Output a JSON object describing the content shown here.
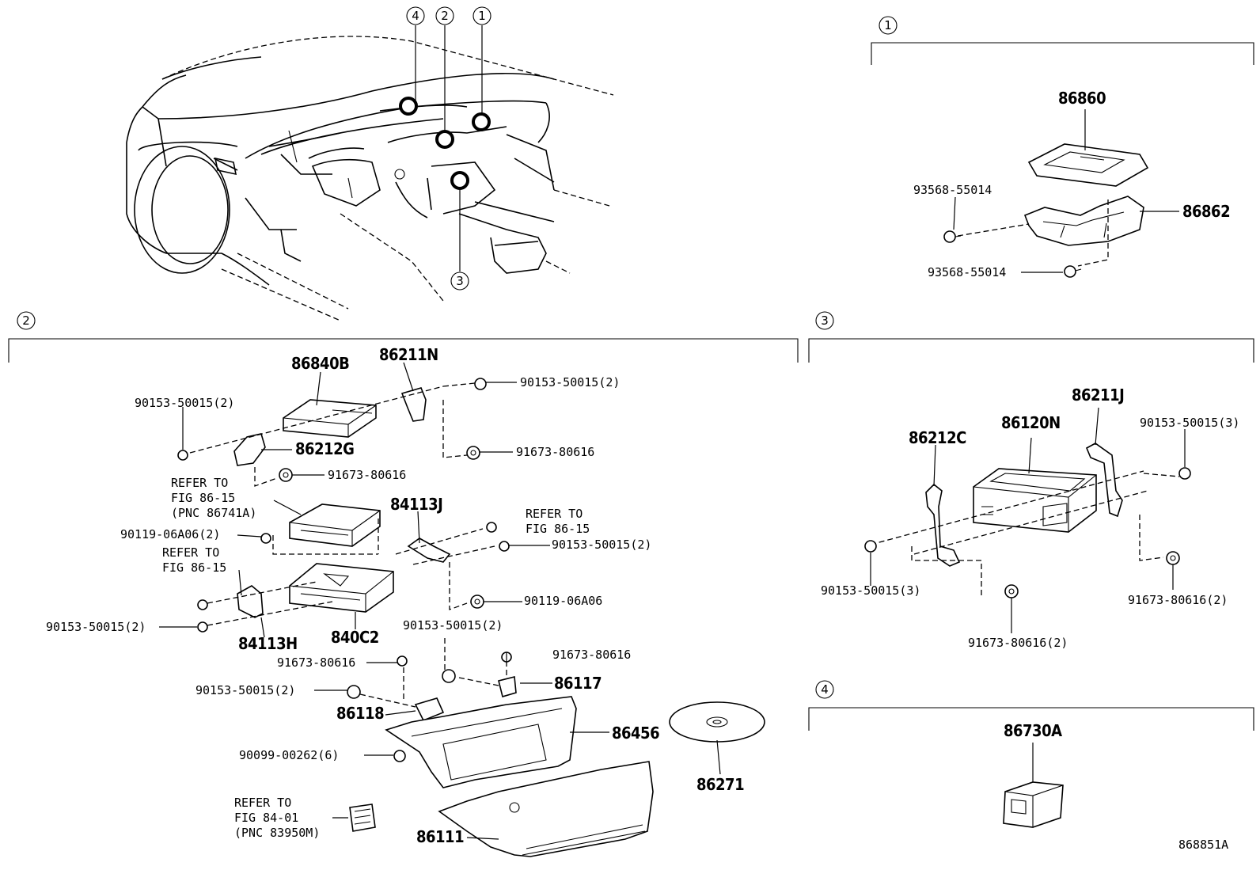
{
  "sections": {
    "s1": "1",
    "s2": "2",
    "s3": "3",
    "s4": "4"
  },
  "overview_callouts": [
    "4",
    "2",
    "1",
    "3"
  ],
  "parts": {
    "p86860": "86860",
    "p86862": "86862",
    "s1_bolt_a": "93568-55014",
    "s1_bolt_b": "93568-55014",
    "p86840B": "86840B",
    "p86211N": "86211N",
    "p86212G": "86212G",
    "s2_90153_a": "90153-50015(2)",
    "s2_90153_b": "90153-50015(2)",
    "s2_91673_a": "91673-80616",
    "s2_91673_b": "91673-80616",
    "refer_86741A_l1": "REFER TO",
    "refer_86741A_l2": "FIG 86-15",
    "refer_86741A_l3": "(PNC 86741A)",
    "s2_90119_a": "90119-06A06(2)",
    "p84113J": "84113J",
    "refer_8615_r_l1": "REFER TO",
    "refer_8615_r_l2": "FIG 86-15",
    "s2_90153_c": "90153-50015(2)",
    "refer_8615_l_l1": "REFER TO",
    "refer_8615_l_l2": "FIG 86-15",
    "s2_90119_b": "90119-06A06",
    "s2_90153_d": "90153-50015(2)",
    "p84113H": "84113H",
    "p840C2": "840C2",
    "s2_90153_e": "90153-50015(2)",
    "s2_91673_c": "91673-80616",
    "s2_91673_d": "91673-80616",
    "p86117": "86117",
    "s2_90153_f": "90153-50015(2)",
    "p86118": "86118",
    "p86456": "86456",
    "s2_90099": "90099-00262(6)",
    "p86271": "86271",
    "refer_83950M_l1": "REFER TO",
    "refer_83950M_l2": "FIG 84-01",
    "refer_83950M_l3": "(PNC 83950M)",
    "p86111": "86111",
    "p86211J": "86211J",
    "p86212C": "86212C",
    "p86120N": "86120N",
    "s3_90153_a": "90153-50015(3)",
    "s3_90153_b": "90153-50015(3)",
    "s3_91673_a": "91673-80616(2)",
    "s3_91673_b": "91673-80616(2)",
    "p86730A": "86730A"
  },
  "diagram_id": "868851A"
}
